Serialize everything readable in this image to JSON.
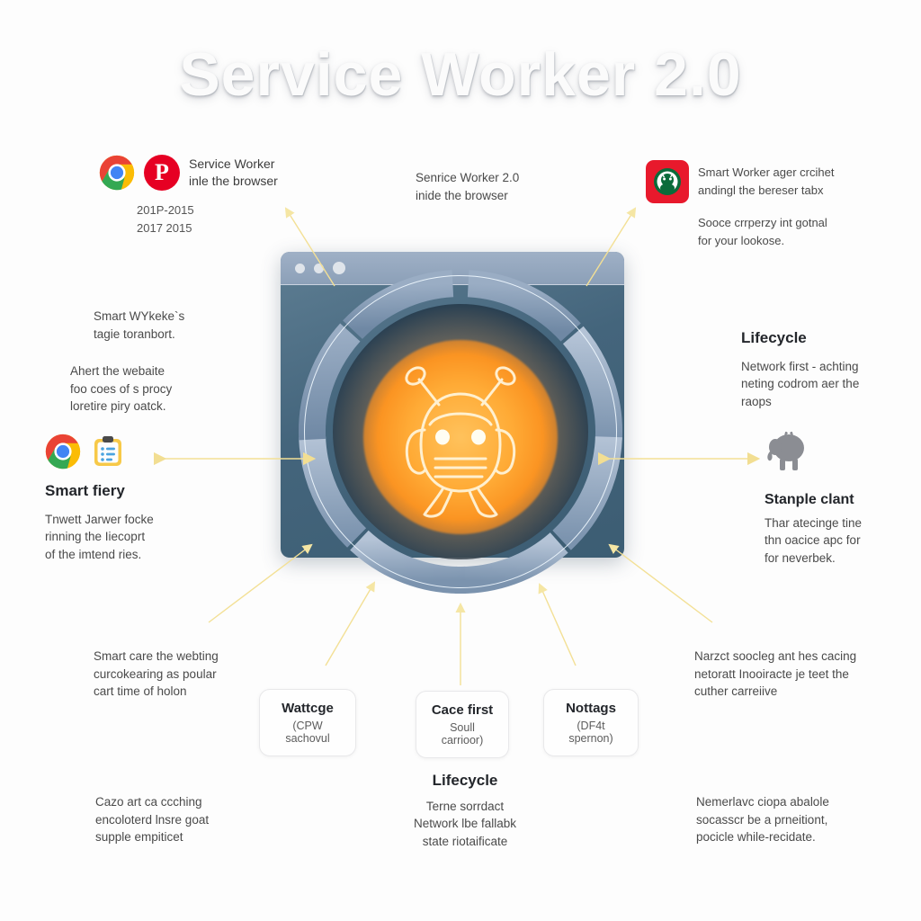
{
  "title": "Service Worker 2.0",
  "browser_window": {
    "dots_label": "window-controls"
  },
  "center_figure": {
    "name": "glowing-service-worker-robot"
  },
  "annotations": {
    "top_left": {
      "heading": "Service Worker",
      "sub": "inle the browser",
      "line1": "201P-2015",
      "line2": "2017 2015",
      "icons": [
        "chrome-icon",
        "pinterest-icon"
      ]
    },
    "top_center": {
      "line1": "Senrice Worker 2.0",
      "line2": "inide the browser"
    },
    "top_right": {
      "icons": [
        "starbucks-icon"
      ],
      "line1": "Smart Worker ager crcihet",
      "line2": "andingl the bereser tabx",
      "line3": "Sooce crrperzy int gotnal",
      "line4": "for your lookose."
    },
    "left_upper": {
      "line1": "Smart WYkeke`s",
      "line2": "tagie toranbort.",
      "line3": "Ahert the webaite",
      "line4": "foo coes of s procy",
      "line5": "loretire piry oatck."
    },
    "left_middle": {
      "icons": [
        "chrome-icon",
        "clipboard-icon"
      ],
      "heading": "Smart fiery",
      "line1": "Tnwett Jarwer focke",
      "line2": "rinning the Iiecoprt",
      "line3": "of the imtend ries."
    },
    "right_upper": {
      "heading": "Lifecycle",
      "line1": "Network first - achting",
      "line2": "neting codrom aer the",
      "line3": "raops"
    },
    "right_middle": {
      "icons": [
        "elephant-icon"
      ],
      "heading": "Stanple clant",
      "line1": "Thar atecinge tine",
      "line2": "thn oacice apc for",
      "line3": "for neverbek."
    },
    "bottom_left_upper": {
      "line1": "Smart care the webting",
      "line2": "curcokearing as poular",
      "line3": "cart time of holon"
    },
    "bottom_right_upper": {
      "line1": "Narzct soocleg ant hes cacing",
      "line2": "netoratt Inooiracte je teet the",
      "line3": "cuther carreiive"
    },
    "bottom_left_lower": {
      "line1": "Cazo art ca ccching",
      "line2": "encoloterd lnsre goat",
      "line3": "supple empiticet"
    },
    "bottom_center": {
      "heading": "Lifecycle",
      "line1": "Terne sorrdact",
      "line2": "Network lbe fallabk",
      "line3": "state riotaificate"
    },
    "bottom_right_lower": {
      "line1": "Nemerlavc ciopa abalole",
      "line2": "socasscr be a prneitiont,",
      "line3": "pocicle while-recidate."
    }
  },
  "cards": [
    {
      "title": "Wattcge",
      "sub": "(CPW sachovul"
    },
    {
      "title": "Cace first",
      "sub": "Soull carrioor)"
    },
    {
      "title": "Nottags",
      "sub": "(DF4t spernon)"
    }
  ],
  "colors": {
    "background": "#fdfdfd",
    "browser_body": "#44657c",
    "browser_bar": "#93a7bf",
    "ring": "#8fa3bd",
    "glow_core": "#ffab36",
    "glow_outer": "#fb9422",
    "arrow": "#f5e49a",
    "heading": "#23262b",
    "body_text": "#4a4a4a",
    "chrome_red": "#ea4335",
    "chrome_yellow": "#fbbc05",
    "chrome_green": "#34a853",
    "chrome_blue": "#4285f4",
    "pinterest": "#e60023",
    "starbucks": "#e8192c",
    "elephant": "#8b8d93"
  }
}
